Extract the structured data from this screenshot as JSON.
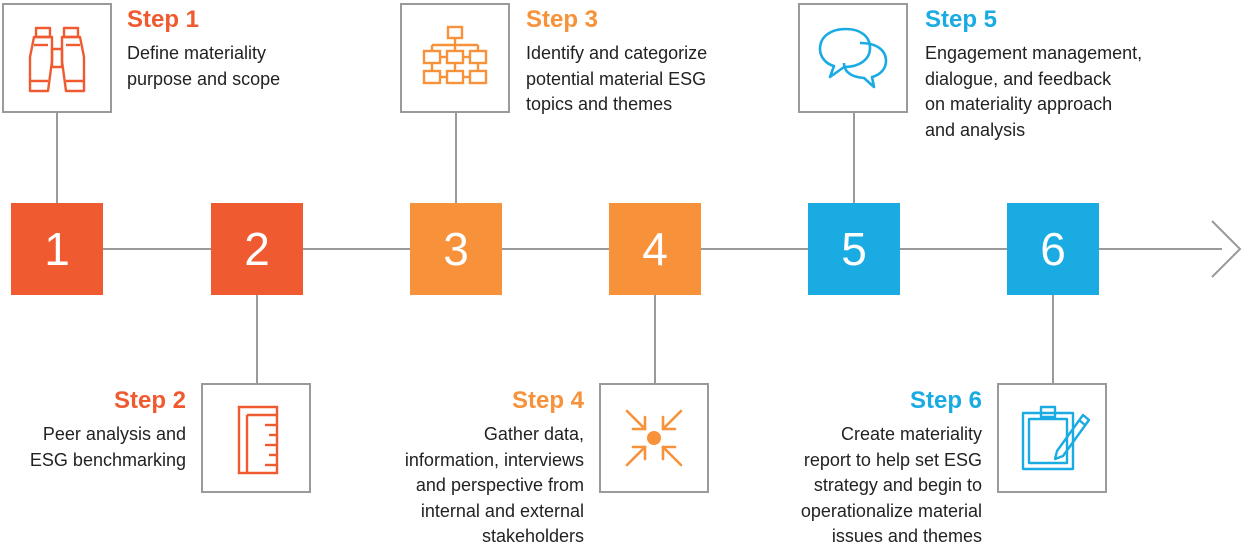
{
  "colors": {
    "red": "#f05a30",
    "orange": "#f7923a",
    "blue": "#1aabe2",
    "line": "#9a9a9a"
  },
  "steps": [
    {
      "number": "1",
      "title": "Step 1",
      "description": [
        "Define materiality",
        "purpose and scope"
      ],
      "icon": "binoculars-icon"
    },
    {
      "number": "2",
      "title": "Step 2",
      "description": [
        "Peer analysis and",
        "ESG benchmarking"
      ],
      "icon": "ruler-icon"
    },
    {
      "number": "3",
      "title": "Step 3",
      "description": [
        "Identify and categorize",
        "potential material ESG",
        "topics and themes"
      ],
      "icon": "org-chart-icon"
    },
    {
      "number": "4",
      "title": "Step 4",
      "description": [
        "Gather data,",
        "information, interviews",
        "and perspective from",
        "internal and external",
        "stakeholders"
      ],
      "icon": "converge-arrows-icon"
    },
    {
      "number": "5",
      "title": "Step 5",
      "description": [
        "Engagement management,",
        "dialogue, and feedback",
        "on materiality approach",
        "and analysis"
      ],
      "icon": "speech-bubbles-icon"
    },
    {
      "number": "6",
      "title": "Step 6",
      "description": [
        "Create materiality",
        "report to help set ESG",
        "strategy and begin to",
        "operationalize material",
        "issues and themes"
      ],
      "icon": "clipboard-pencil-icon"
    }
  ]
}
